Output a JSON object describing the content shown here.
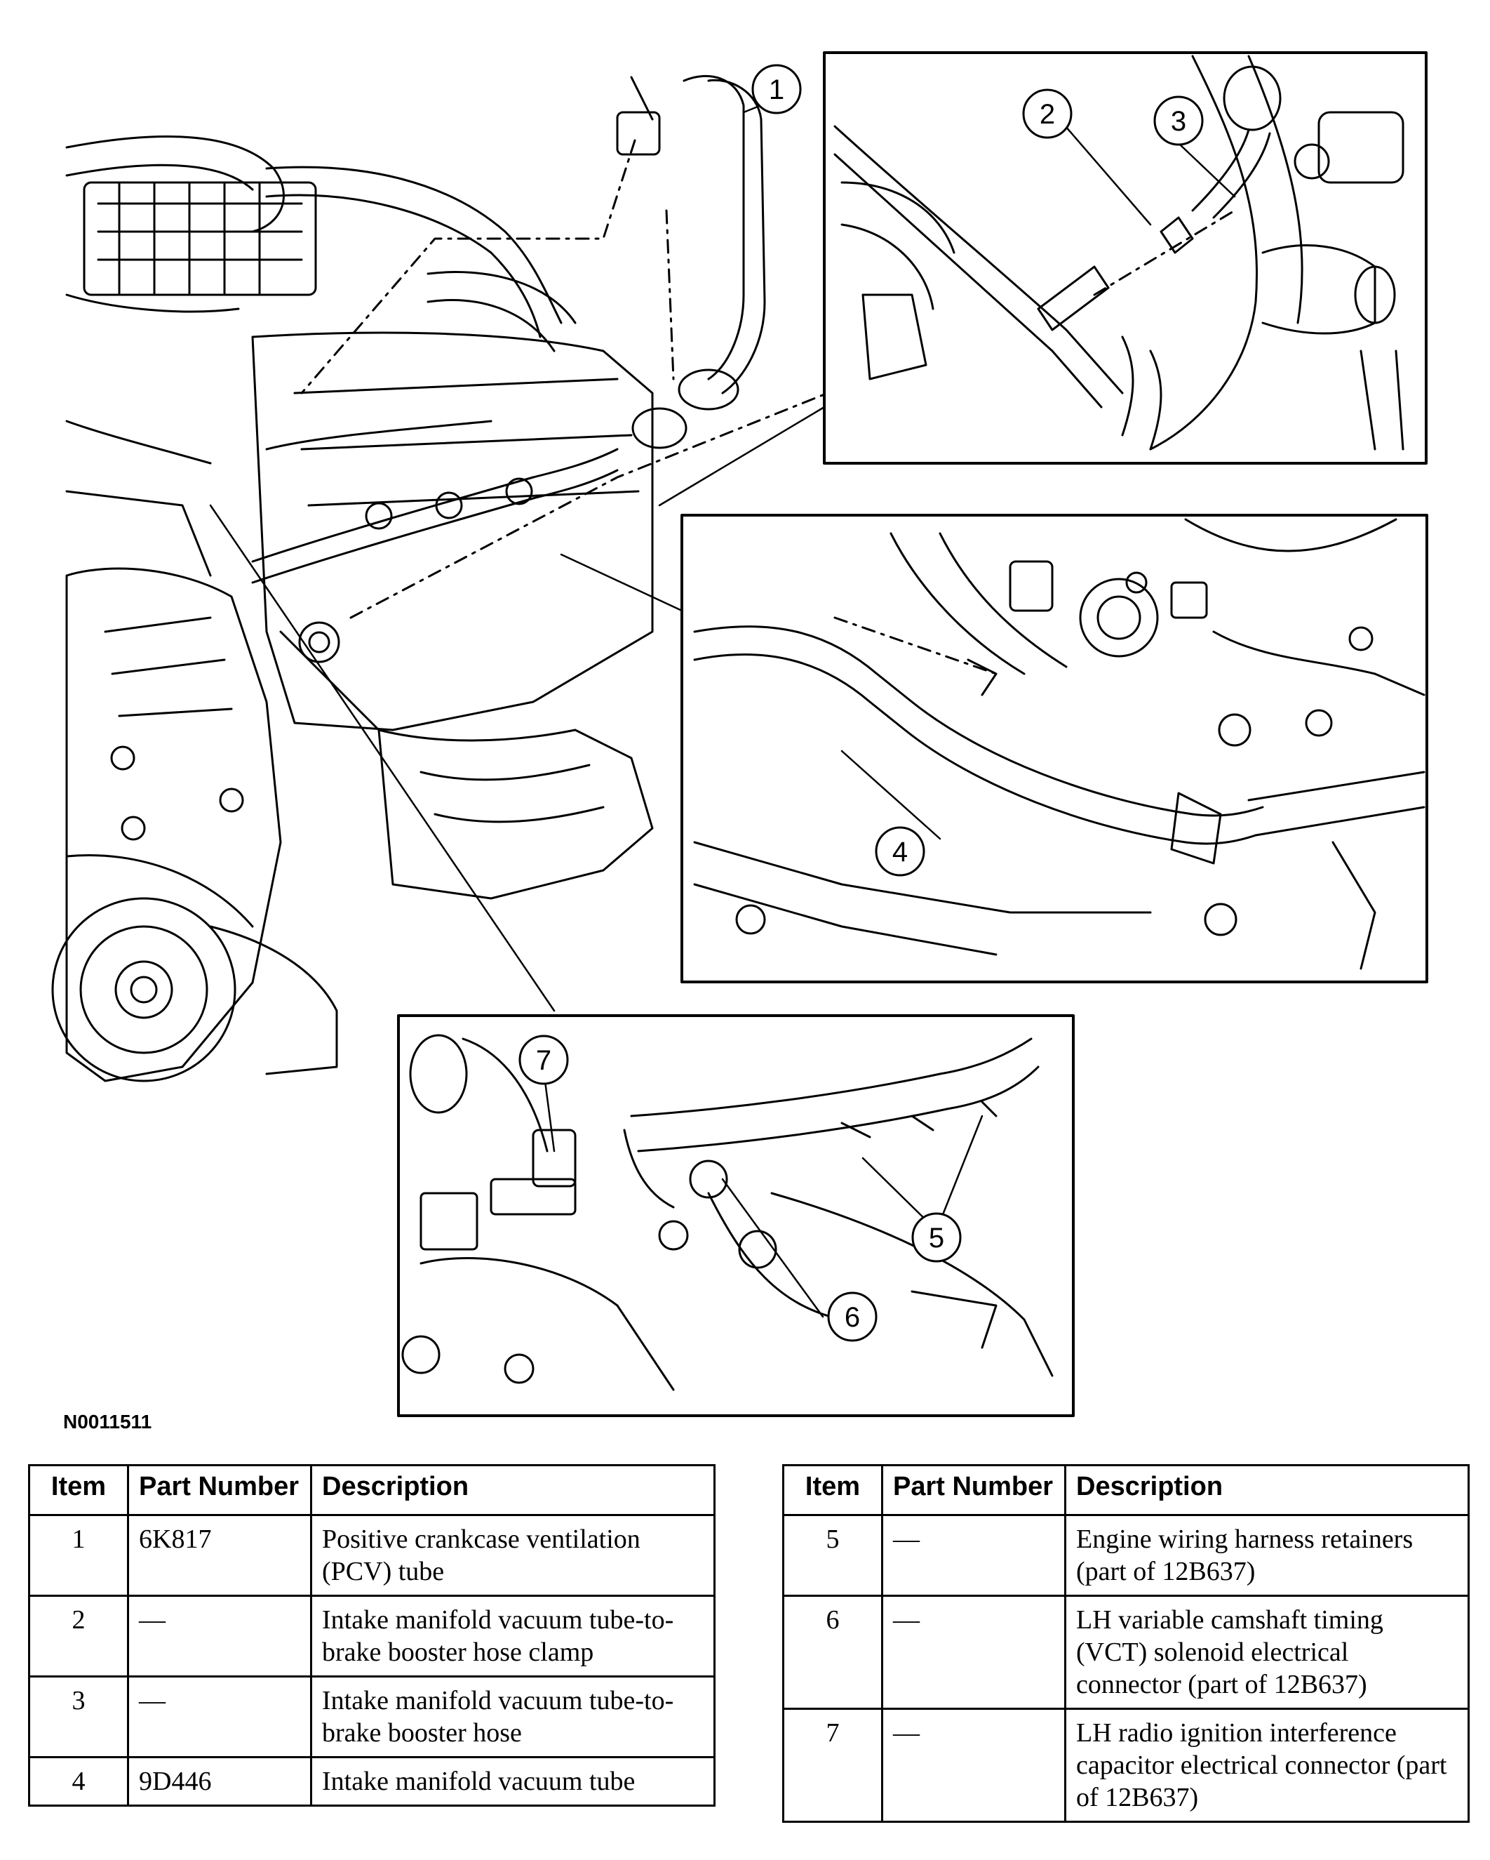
{
  "figure_id": "N0011511",
  "callouts": [
    "1",
    "2",
    "3",
    "4",
    "5",
    "6",
    "7"
  ],
  "table_headers": {
    "item": "Item",
    "part_number": "Part Number",
    "description": "Description"
  },
  "parts_left": [
    {
      "item": "1",
      "part_number": "6K817",
      "description": "Positive crankcase ventilation (PCV) tube"
    },
    {
      "item": "2",
      "part_number": "—",
      "description": "Intake manifold vacuum tube-to-brake booster hose clamp"
    },
    {
      "item": "3",
      "part_number": "—",
      "description": "Intake manifold vacuum tube-to-brake booster hose"
    },
    {
      "item": "4",
      "part_number": "9D446",
      "description": "Intake manifold vacuum tube"
    }
  ],
  "parts_right": [
    {
      "item": "5",
      "part_number": "—",
      "description": "Engine wiring harness retainers (part of 12B637)"
    },
    {
      "item": "6",
      "part_number": "—",
      "description": "LH variable camshaft timing (VCT) solenoid electrical connector (part of 12B637)"
    },
    {
      "item": "7",
      "part_number": "—",
      "description": "LH radio ignition interference capacitor electrical connector (part of 12B637)"
    }
  ]
}
